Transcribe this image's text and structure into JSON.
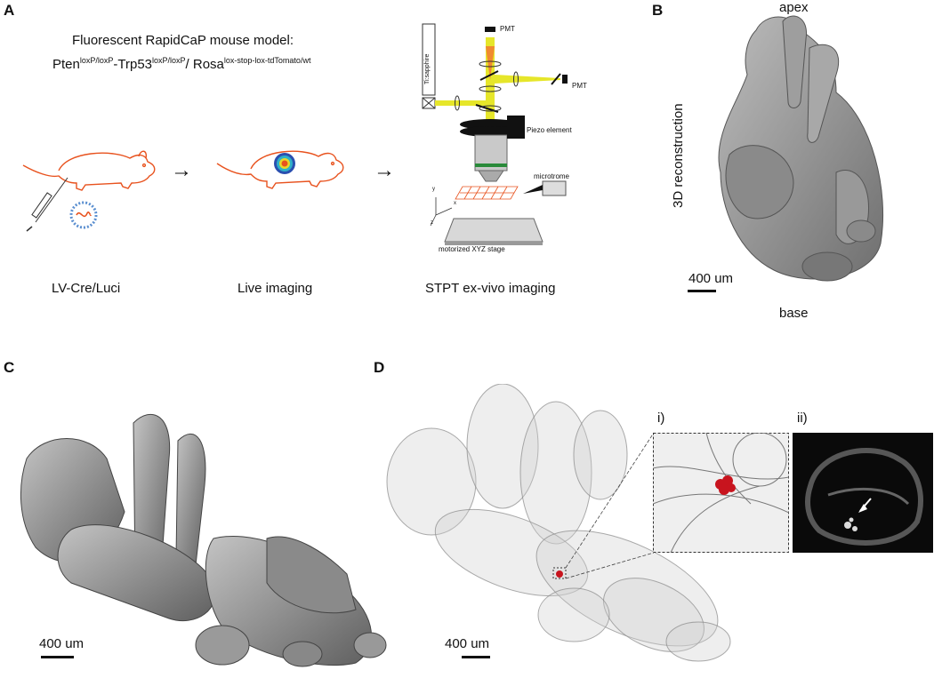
{
  "panels": {
    "a": {
      "letter": "A",
      "title": "Fluorescent RapidCaP mouse model:",
      "genotype": {
        "pten": "Pten",
        "pten_sup": "loxP/loxP",
        "sep1": "-Trp53",
        "trp53_sup": "loxP/loxP",
        "sep2": "/ Rosa",
        "rosa_sup": "lox-stop-lox-tdTomato/wt"
      },
      "step_labels": [
        "LV-Cre/Luci",
        "Live imaging",
        "STPT ex-vivo imaging"
      ],
      "arrow_glyph": "→",
      "setup_labels": {
        "pmt_top": "PMT",
        "pmt_right": "PMT",
        "laser": "Ti:sapphire",
        "piezo": "Piezo element",
        "microtome": "microtrome",
        "stage": "motorized XYZ stage",
        "axis_x": "x",
        "axis_y": "y",
        "axis_z": "z"
      }
    },
    "b": {
      "letter": "B",
      "top_label": "apex",
      "bottom_label": "base",
      "side_label": "3D reconstruction",
      "scale": "400 um"
    },
    "c": {
      "letter": "C",
      "scale": "400 um"
    },
    "d": {
      "letter": "D",
      "scale": "400 um",
      "inset_i": "i)",
      "inset_ii": "ii)"
    }
  },
  "colors": {
    "mouse_outline": "#e8521e",
    "beam": "#e6e62a",
    "grid": "#e8521e",
    "render_gray": "#9a9a9a",
    "tumor_red": "#c8141e"
  }
}
